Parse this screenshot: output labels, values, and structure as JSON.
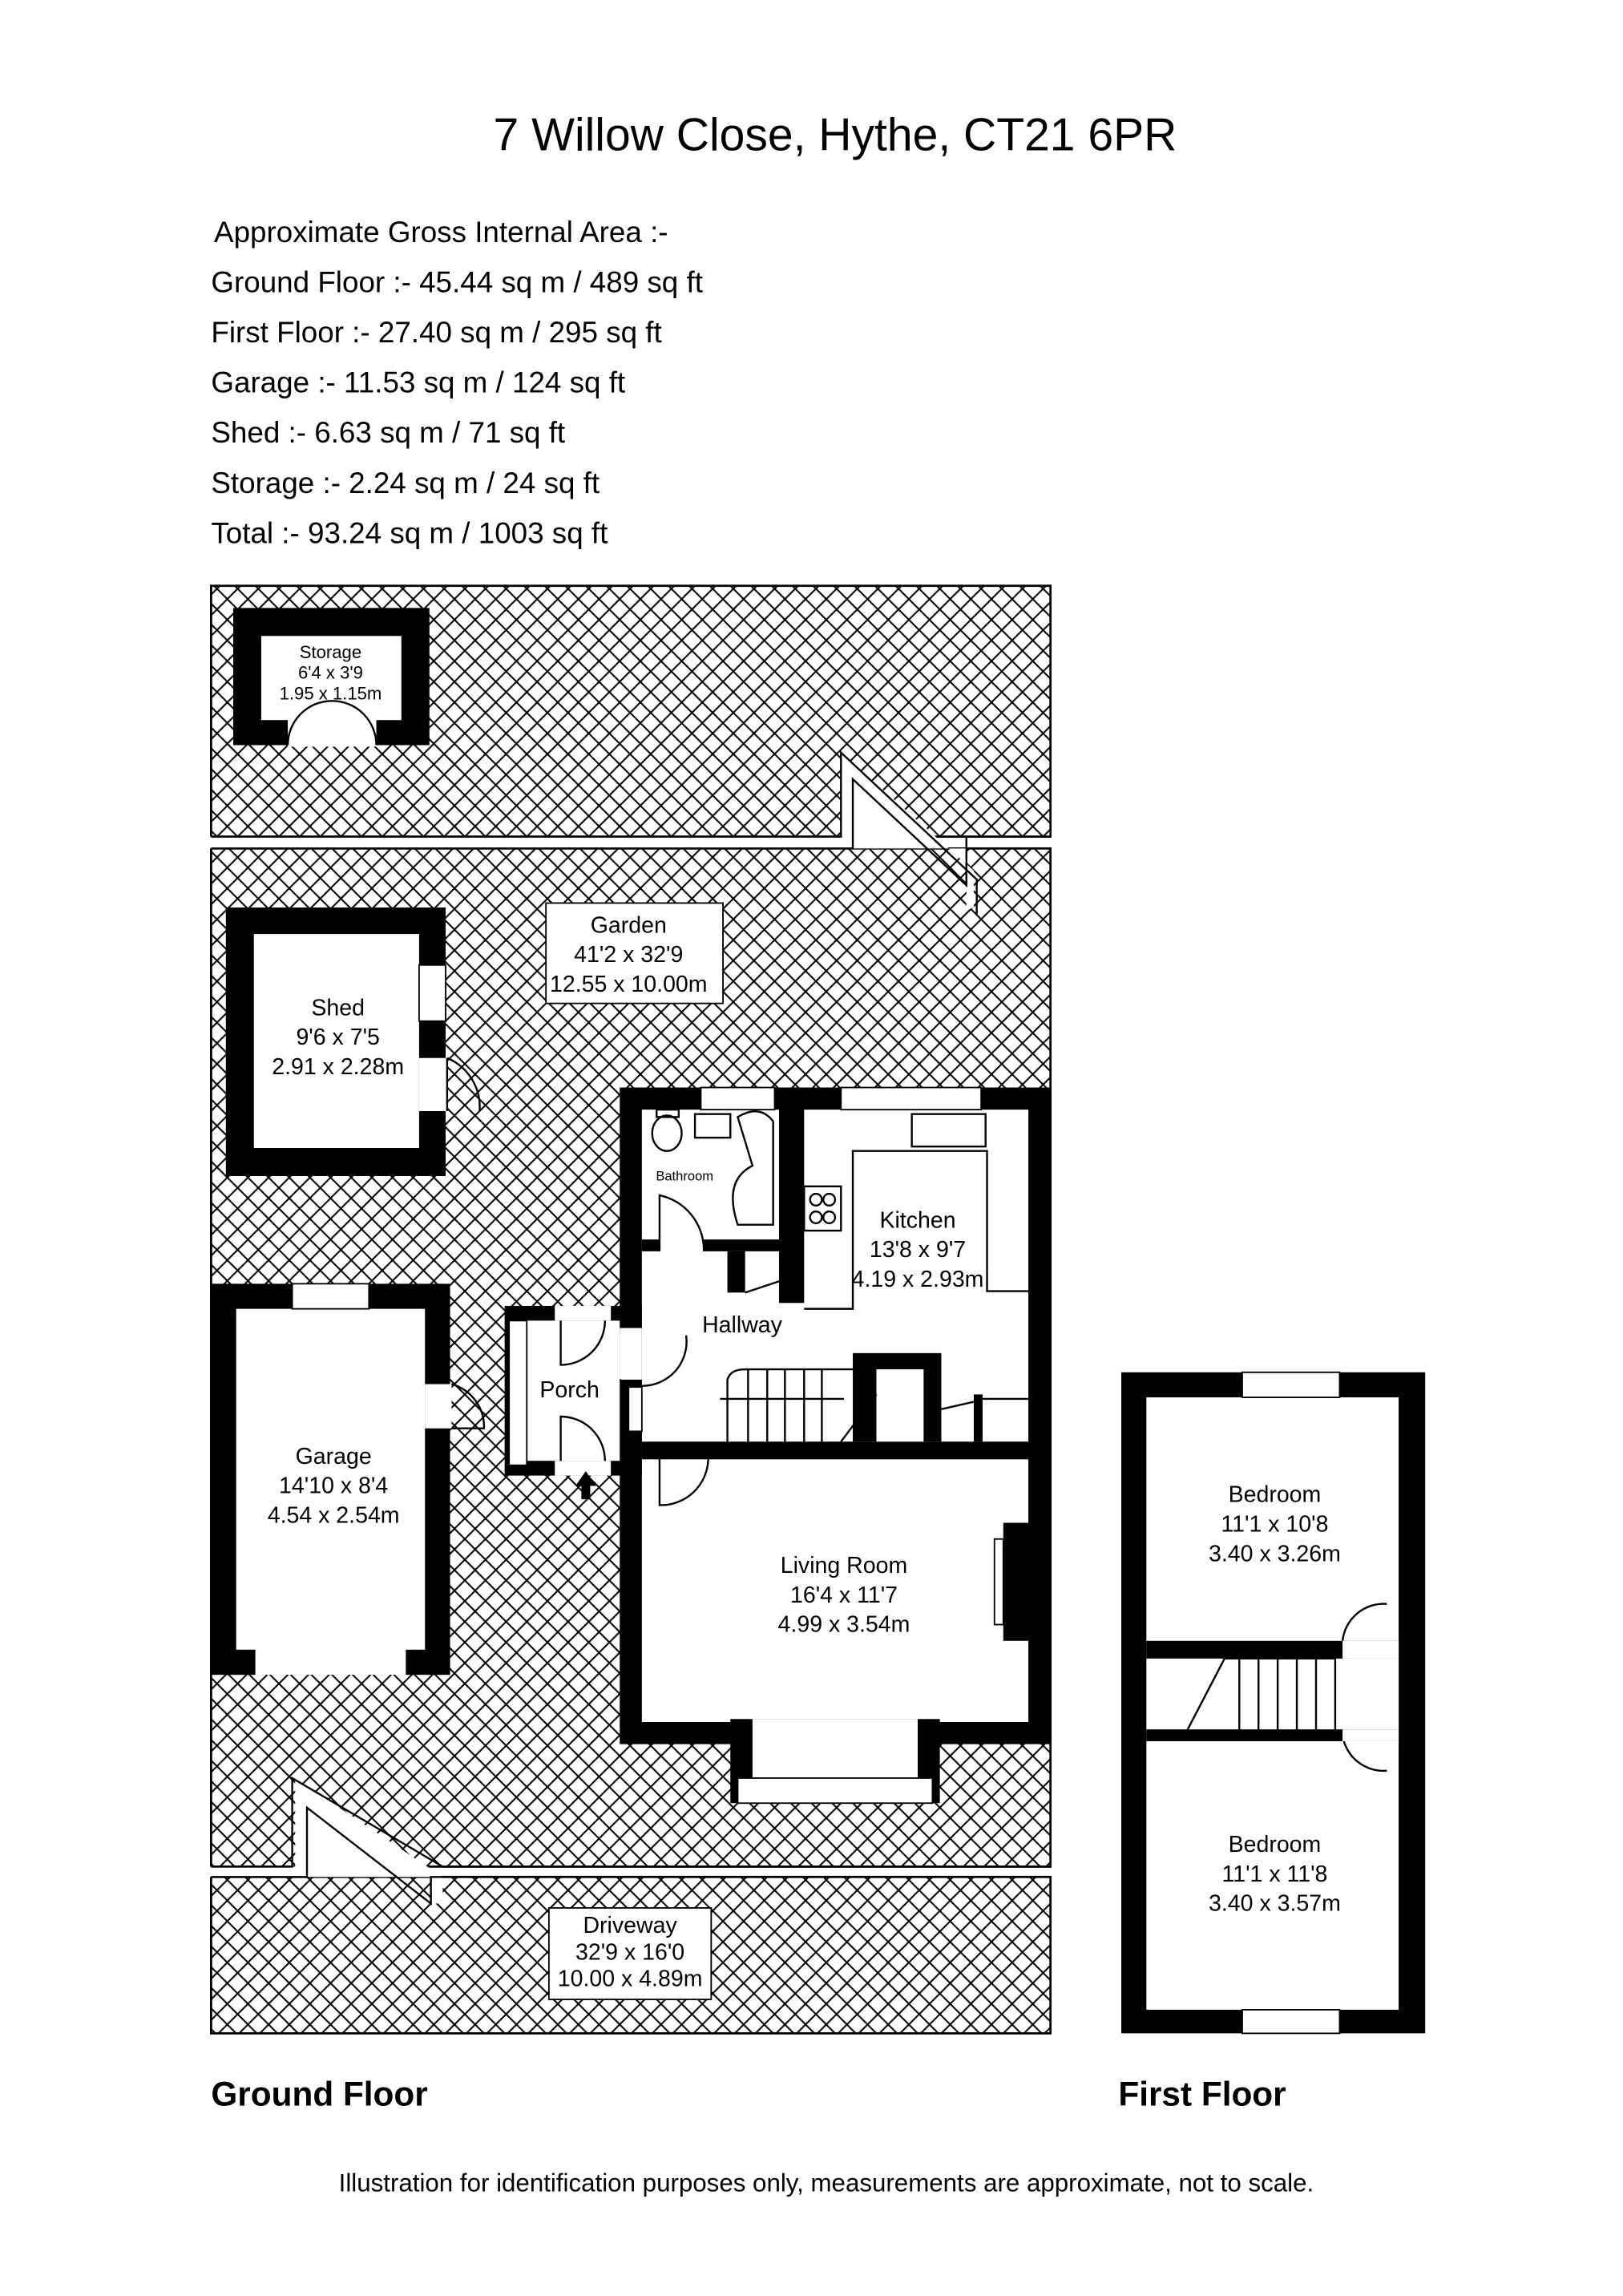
{
  "title": "7 Willow Close, Hythe, CT21 6PR",
  "areas": {
    "heading": "Approximate Gross Internal Area :-",
    "lines": [
      "Ground Floor :- 45.44 sq m / 489 sq ft",
      "First Floor :- 27.40 sq m / 295 sq ft",
      "Garage :- 11.53 sq m / 124 sq ft",
      "Shed :- 6.63 sq m / 71 sq ft",
      "Storage :- 2.24 sq m / 24 sq ft",
      "Total :- 93.24 sq m / 1003 sq ft"
    ]
  },
  "rooms": {
    "storage": {
      "name": "Storage",
      "imperial": "6'4 x 3'9",
      "metric": "1.95 x 1.15m"
    },
    "garden": {
      "name": "Garden",
      "imperial": "41'2 x 32'9",
      "metric": "12.55 x 10.00m"
    },
    "shed": {
      "name": "Shed",
      "imperial": "9'6 x 7'5",
      "metric": "2.91 x 2.28m"
    },
    "bathroom": {
      "name": "Bathroom"
    },
    "kitchen": {
      "name": "Kitchen",
      "imperial": "13'8 x 9'7",
      "metric": "4.19 x 2.93m"
    },
    "hallway": {
      "name": "Hallway"
    },
    "porch": {
      "name": "Porch"
    },
    "garage": {
      "name": "Garage",
      "imperial": "14'10 x 8'4",
      "metric": "4.54 x 2.54m"
    },
    "living": {
      "name": "Living Room",
      "imperial": "16'4 x 11'7",
      "metric": "4.99 x 3.54m"
    },
    "driveway": {
      "name": "Driveway",
      "imperial": "32'9 x 16'0",
      "metric": "10.00 x 4.89m"
    },
    "bedroom1": {
      "name": "Bedroom",
      "imperial": "11'1 x 10'8",
      "metric": "3.40 x 3.26m"
    },
    "bedroom2": {
      "name": "Bedroom",
      "imperial": "11'1 x 11'8",
      "metric": "3.40 x 3.57m"
    }
  },
  "floors": {
    "ground": "Ground Floor",
    "first": "First Floor"
  },
  "footer": "Illustration for identification purposes only, measurements are approximate, not to scale."
}
